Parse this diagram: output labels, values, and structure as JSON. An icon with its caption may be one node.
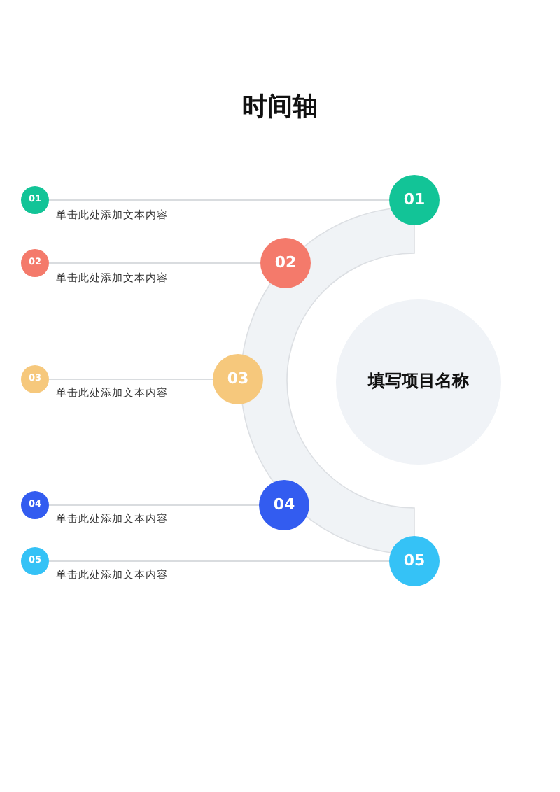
{
  "diagram": {
    "title": "时间轴",
    "nodes": [
      {
        "text": [
          "01"
        ],
        "beside": [
          "单击此处添加文本内容"
        ]
      },
      {
        "text": [
          "01"
        ]
      },
      {
        "text": [
          "02"
        ],
        "beside": [
          "单击此处添加文本内容"
        ]
      },
      {
        "text": [
          "02"
        ]
      },
      {
        "text": [
          "03"
        ],
        "beside": [
          "单击此处添加文本内容"
        ]
      },
      {
        "text": [
          "03"
        ]
      },
      {
        "text": [
          "填写项目名称"
        ]
      },
      {
        "text": [
          "04"
        ],
        "beside": [
          "单击此处添加文本内容"
        ]
      },
      {
        "text": [
          "04"
        ]
      },
      {
        "text": [
          "05"
        ],
        "beside": [
          "单击此处添加文本内容"
        ]
      },
      {
        "text": [
          "05"
        ]
      }
    ],
    "edges": [
      {
        "from": 0,
        "to": 1,
        "arrow": "none"
      },
      {
        "from": 2,
        "to": 3,
        "arrow": "none"
      },
      {
        "from": 4,
        "to": 5,
        "arrow": "none"
      },
      {
        "from": 7,
        "to": 8,
        "arrow": "none"
      },
      {
        "from": 9,
        "to": 10,
        "arrow": "none"
      }
    ]
  }
}
